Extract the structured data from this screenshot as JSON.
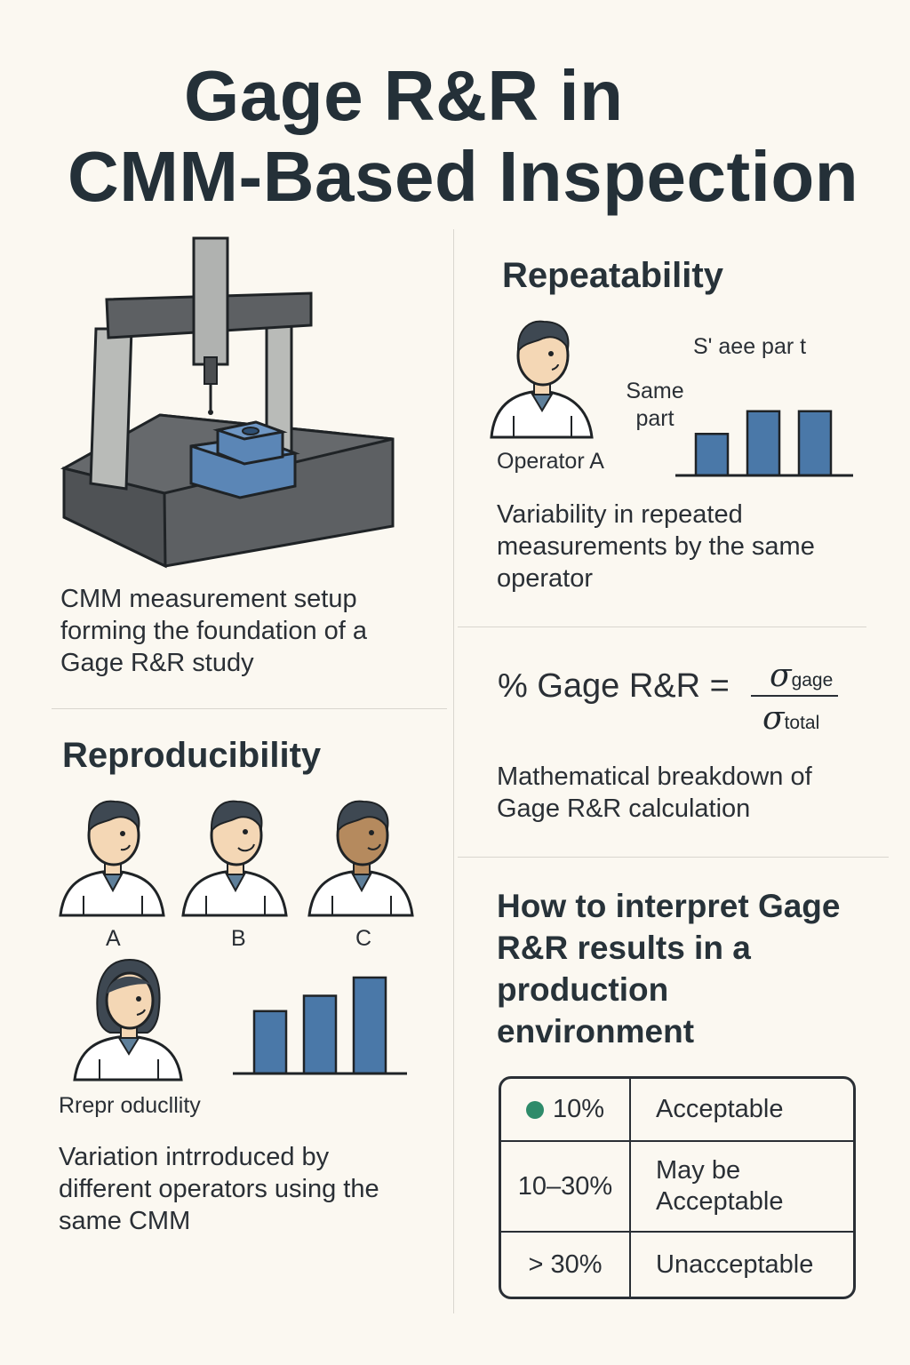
{
  "title": {
    "line1": "Gage R&R in",
    "line2": "CMM-Based Inspection"
  },
  "cmm": {
    "caption": "CMM measurement setup forming the foundation of a Gage R&R study"
  },
  "repeatability": {
    "heading": "Repeatability",
    "garbled_label": "S' aee par t",
    "same_part_label": "Same part",
    "operator_label": "Operator A",
    "description": "Variability in repeated measurements by the same operator",
    "bar_values": [
      0.55,
      0.85,
      0.85
    ]
  },
  "formula": {
    "lhs": "% Gage R&R =",
    "numerator_symbol": "σ",
    "numerator_sub": "gage",
    "denominator_symbol": "σ",
    "denominator_sub": "total",
    "caption": "Mathematical breakdown of Gage R&R calculation"
  },
  "reproducibility": {
    "heading": "Reproducibility",
    "operators": [
      "A",
      "B",
      "C"
    ],
    "garbled_label": "Rrepr oducllity",
    "description": "Variation intrroduced by different operators using the same CMM",
    "bar_values": [
      0.65,
      0.81,
      1.0
    ]
  },
  "interpret": {
    "heading": "How to interpret Gage R&R results in a production environment",
    "rows": [
      {
        "range": "10%",
        "verdict": "Acceptable"
      },
      {
        "range": "10–30%",
        "verdict": "May be Acceptable"
      },
      {
        "range": "> 30%",
        "verdict": "Unacceptable"
      }
    ],
    "status_color": "#2e8b6a"
  },
  "colors": {
    "bar": "#4a78a8",
    "part": "#5b86b6",
    "machine": "#5d6063"
  }
}
